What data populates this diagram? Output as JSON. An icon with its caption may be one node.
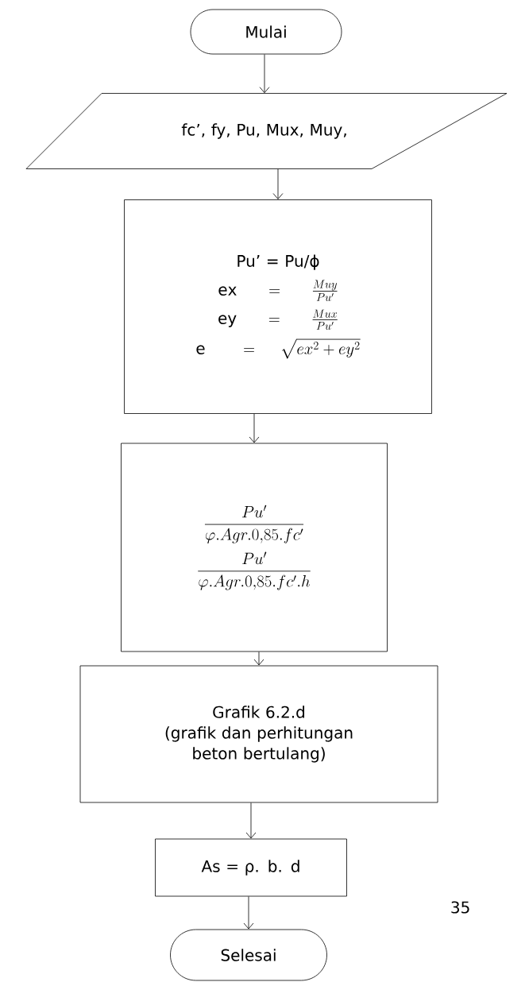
{
  "diagram": {
    "nodes": [
      {
        "text": [
          "Mulai"
        ]
      },
      {
        "text": [
          "fc’, fy, Pu, Mux, Muy,"
        ]
      },
      {
        "text": [
          "Pu’ = Pu/ϕ",
          "\\mathrm{ex} \\;=\\; \\frac{Muy}{Pu'}",
          "\\mathrm{ey} \\;=\\; \\frac{Mux}{Pu'}",
          "\\mathrm{e} \\;\\;=\\; \\sqrt{ex^2 + ey^2}"
        ]
      },
      {
        "text": [
          "\\frac{Pu'}{\\varphi.Agr.0{,}85.fc'}",
          "\\frac{Pu'}{\\varphi.Agr.0{,}85.fc'.h}"
        ]
      },
      {
        "text": [
          "Grafik 6.2.d",
          "(grafik dan perhitungan beton bertulang)"
        ]
      },
      {
        "text": [
          "As = ρ. b. d"
        ]
      },
      {
        "text": [
          "Selesai"
        ]
      }
    ],
    "edges": [
      {
        "from": 0,
        "to": 1,
        "arrow": "to"
      },
      {
        "from": 1,
        "to": 2,
        "arrow": "to"
      },
      {
        "from": 2,
        "to": 3,
        "arrow": "to"
      },
      {
        "from": 3,
        "to": 4,
        "arrow": "to"
      },
      {
        "from": 4,
        "to": 5,
        "arrow": "to"
      },
      {
        "from": 5,
        "to": 6,
        "arrow": "to"
      }
    ],
    "labels": [
      "35"
    ]
  }
}
